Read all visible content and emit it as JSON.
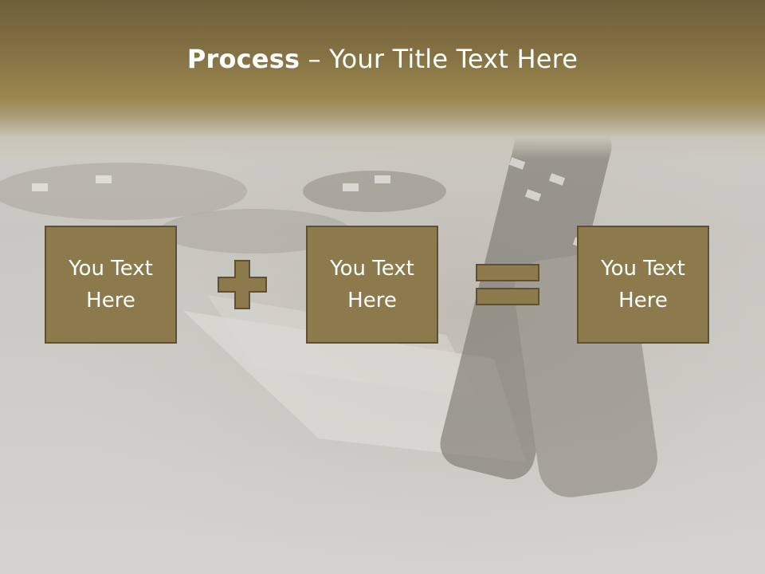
{
  "slide": {
    "title_bold": "Process",
    "title_rest": " – Your Title Text Here",
    "boxes": [
      {
        "text": "You Text Here"
      },
      {
        "text": "You Text Here"
      },
      {
        "text": "You Text Here"
      }
    ],
    "operators": [
      "plus-icon",
      "equals-icon"
    ]
  },
  "colors": {
    "title_band": "#857244",
    "box_fill": "#8c7a4c",
    "box_border": "#5e5132",
    "background": "#cfcdc7"
  }
}
